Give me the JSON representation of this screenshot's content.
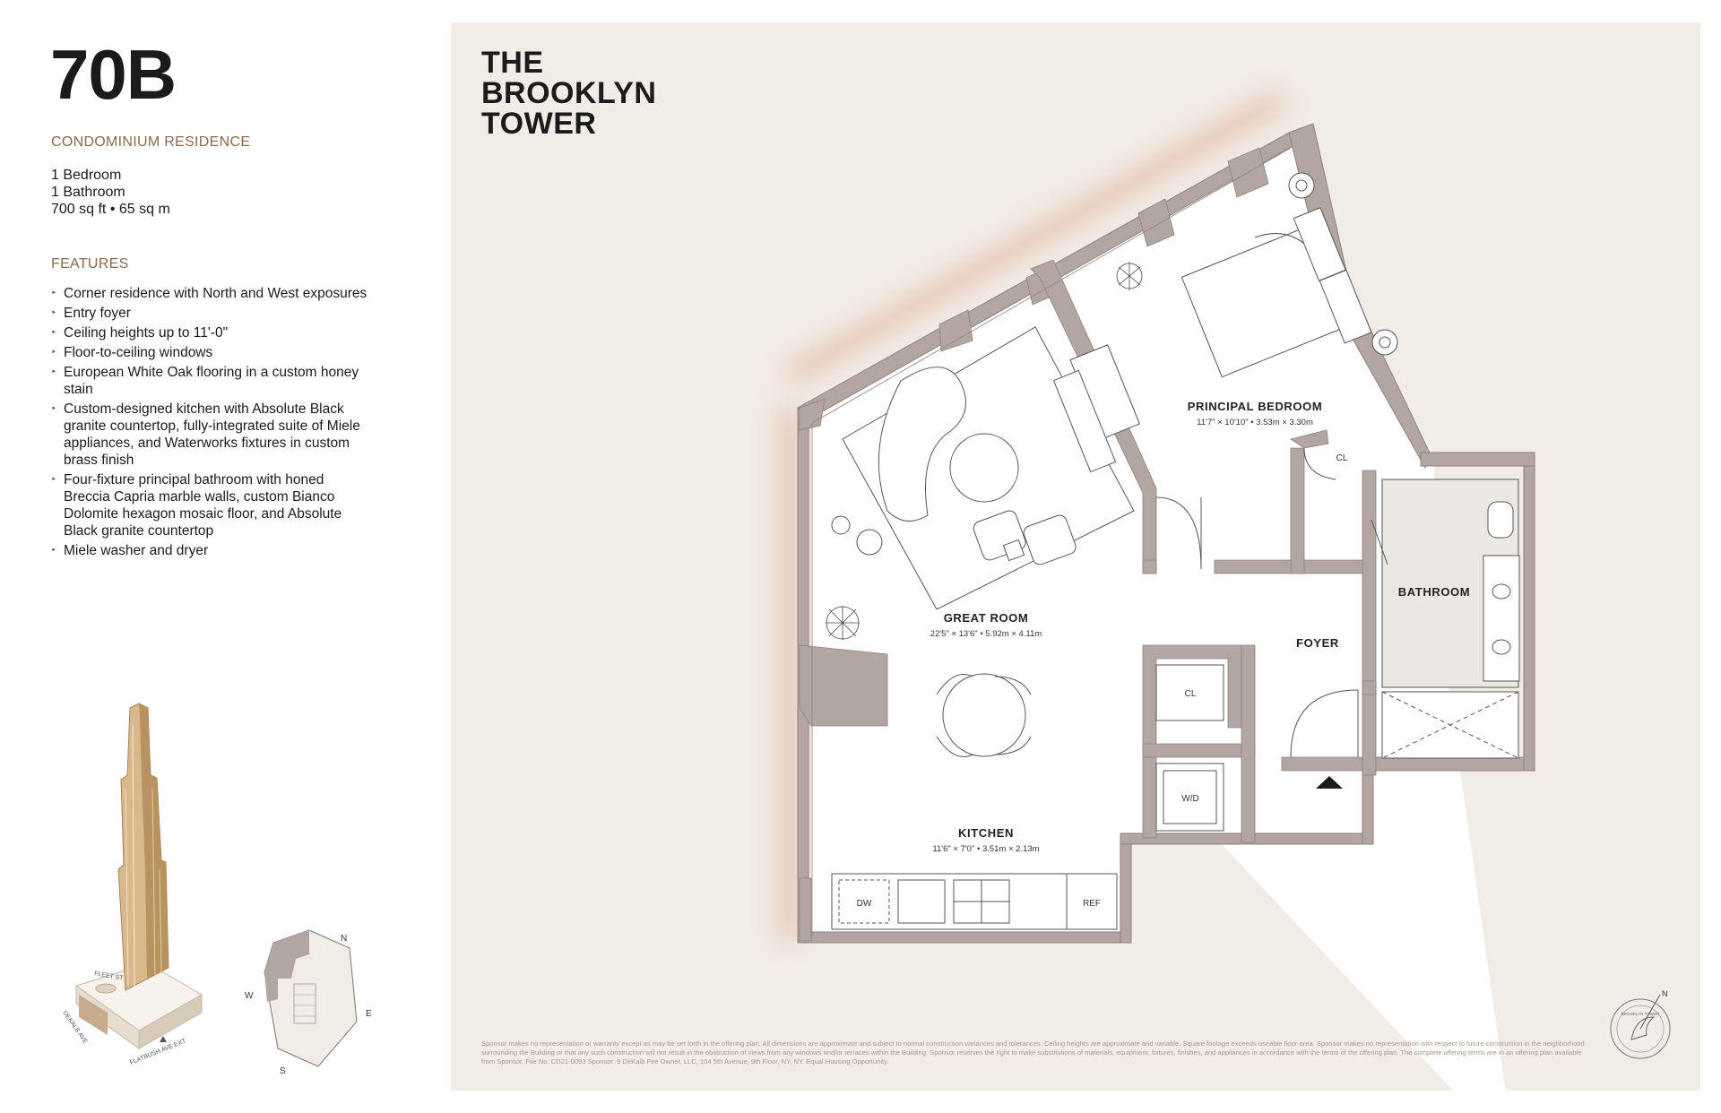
{
  "unit": "70B",
  "residence_type": "CONDOMINIUM RESIDENCE",
  "specs": [
    "1 Bedroom",
    "1 Bathroom",
    "700 sq ft • 65 sq m"
  ],
  "features_heading": "FEATURES",
  "features": [
    "Corner residence with North and West exposures",
    "Entry foyer",
    "Ceiling heights up to 11'-0\"",
    "Floor-to-ceiling windows",
    "European White Oak flooring in a custom honey stain",
    "Custom-designed kitchen with Absolute Black granite countertop, fully-integrated suite of Miele appliances, and Waterworks fixtures in custom brass finish",
    "Four-fixture principal bathroom with honed Breccia Capria marble walls, custom Bianco Dolomite hexagon mosaic floor, and Absolute Black granite countertop",
    "Miele washer and dryer"
  ],
  "brand": [
    "THE",
    "BROOKLYN",
    "TOWER"
  ],
  "rooms": {
    "principal_bedroom": {
      "name": "PRINCIPAL BEDROOM",
      "dims": "11'7\" × 10'10\" • 3.53m × 3.30m"
    },
    "great_room": {
      "name": "GREAT ROOM",
      "dims": "22'5\" × 13'6\" • 5.92m × 4.11m"
    },
    "kitchen": {
      "name": "KITCHEN",
      "dims": "11'6\" × 7'0\" • 3.51m × 2.13m"
    },
    "bathroom": {
      "name": "BATHROOM"
    },
    "foyer": {
      "name": "FOYER"
    }
  },
  "fixtures": {
    "cl_bedroom": "CL",
    "cl_foyer": "CL",
    "wd": "W/D",
    "dw": "DW",
    "ref": "REF"
  },
  "keyplan": {
    "n": "N",
    "s": "S",
    "e": "E",
    "w": "W"
  },
  "streets": {
    "fleet": "FLEET ST",
    "dekalb": "DEKALB AVE",
    "flatbush": "FLATBUSH AVE EXT"
  },
  "compass": {
    "n": "N",
    "text": "BROOKLYN TOWER"
  },
  "disclaimer": "Sponsor makes no representation or warranty except as may be set forth in the offering plan. All dimensions are approximate and subject to normal construction variances and tolerances. Ceiling heights are approximate and variable. Square footage exceeds useable floor area. Sponsor makes no representation with respect to future construction in the neighborhood surrounding the Building or that any such construction will not result in the obstruction of views from any windows and/or terraces within the Building. Sponsor reserves the right to make substitutions of materials, equipment, fixtures, finishes, and appliances in accordance with the terms of the offering plan. The complete offering terms are in an offering plan available from Sponsor. File No. CD21-0093 Sponsor: 9 DeKalb Fee Owner, LLC, 104 5th Avenue, 9th Floor, NY, NY. Equal Housing Opportunity.",
  "colors": {
    "wall": "#b3a59f",
    "panel": "#f1ece6",
    "accent": "#8a6a4a",
    "glow": "#e2b39c"
  }
}
